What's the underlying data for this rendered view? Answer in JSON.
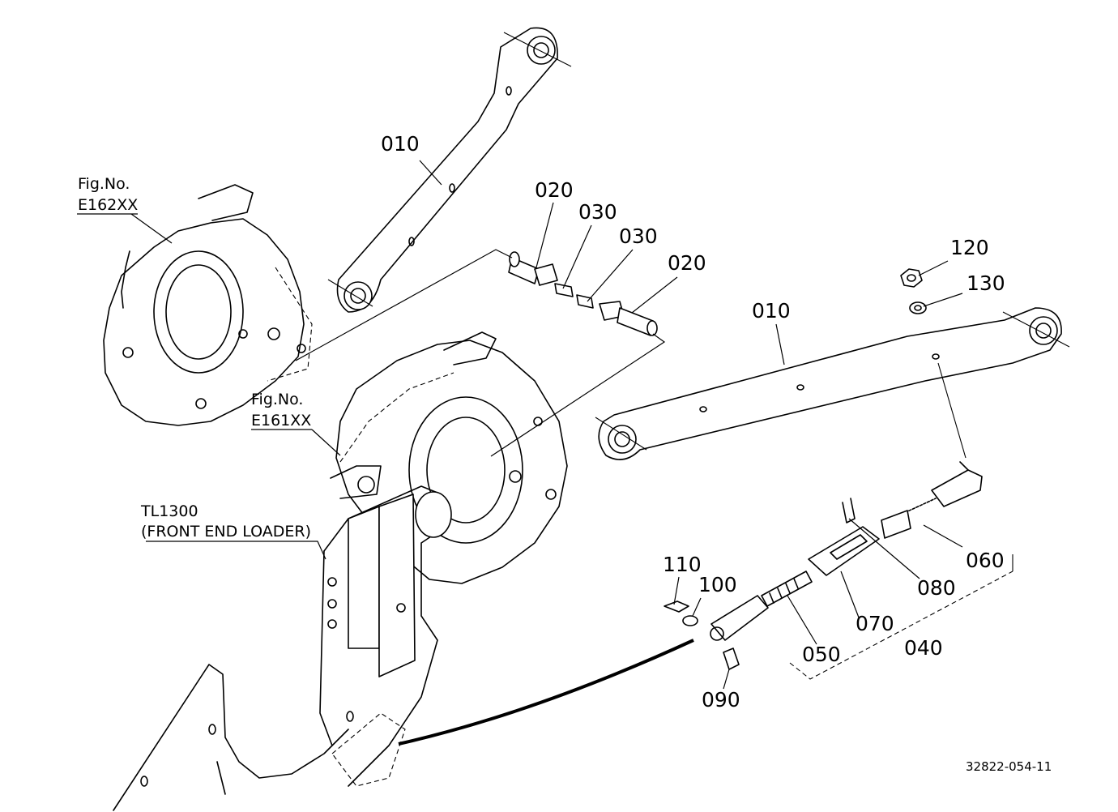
{
  "labels": {
    "p010_upper": "010",
    "p020_a": "020",
    "p030_a": "030",
    "p030_b": "030",
    "p020_b": "020",
    "p010_lower": "010",
    "p120": "120",
    "p130": "130",
    "p110": "110",
    "p100": "100",
    "p090": "090",
    "p050": "050",
    "p070": "070",
    "p080": "080",
    "p060": "060",
    "p040": "040"
  },
  "figure_refs": {
    "ref1_line1": "Fig.No.",
    "ref1_line2": "E162XX",
    "ref2_line1": "Fig.No.",
    "ref2_line2": "E161XX",
    "loader_line1": "TL1300",
    "loader_line2": "(FRONT END LOADER)"
  },
  "footer": {
    "code": "32822-054-11"
  },
  "colors": {
    "line": "#000000",
    "background": "#ffffff"
  }
}
